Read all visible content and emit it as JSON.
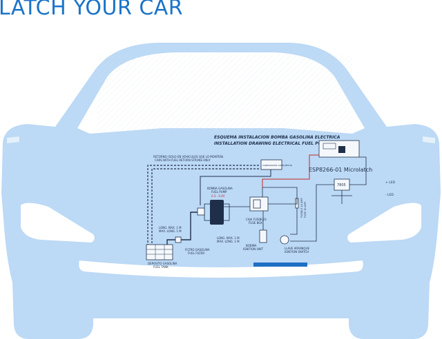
{
  "page": {
    "title": "LATCH YOUR CAR"
  },
  "diagram": {
    "heading_es": "ESQUEMA INSTALACION BOMBA GASOLINA ELECTRICA",
    "heading_en": "INSTALLATION DRAWING ELECTRICAL FUEL PUMP",
    "return_note_es": "RETORNO (SOLO EN VEHICULOS QUE LO MONTEN)",
    "return_note_en": "CARS WITH FUEL RETURN STROKE ONLY",
    "carburetor": "CARBURADOR CARBURETOR",
    "pump_es": "BOMBA GASOLINA",
    "pump_en": "FUEL PUMP",
    "pump_voltage": "0.3 - 0.4V",
    "fuse_box_es": "CAJA FUSIBLES",
    "fuse_box_en": "FUSE BOX",
    "fuse_es": "FUSIBLE 10 AMP.",
    "fuse_en": "FUSE 10 AMP.",
    "long_max_1": "LONG. MAX. 1 M",
    "long_max_1_en": "MAX. LONG. 1 M",
    "long_max_2": "LONG. MAX. 1 M",
    "long_max_2_en": "MAX. LONG. 1 M",
    "filter_es": "FILTRO GASOLINA",
    "filter_en": "FUEL FILTER",
    "tank_es": "DEPOSITO GASOLINA",
    "tank_en": "FUEL TANK",
    "coil_es": "BOBINA",
    "coil_en": "IGNITION UNIT",
    "key_es": "LLAVE ARRANQUE",
    "key_en": "IGNITION SWITCH",
    "module": "ESP8266-01 Microlatch",
    "regulator": "7805",
    "plus_led": "+ LED",
    "minus_led": "- LED"
  },
  "colors": {
    "title": "#1a73c8",
    "car_body": "#bcd9f5",
    "car_windows": "#ffffff",
    "wire_signal": "#c62828",
    "bar": "#1f6fc4",
    "ink": "#1f2f4a"
  }
}
